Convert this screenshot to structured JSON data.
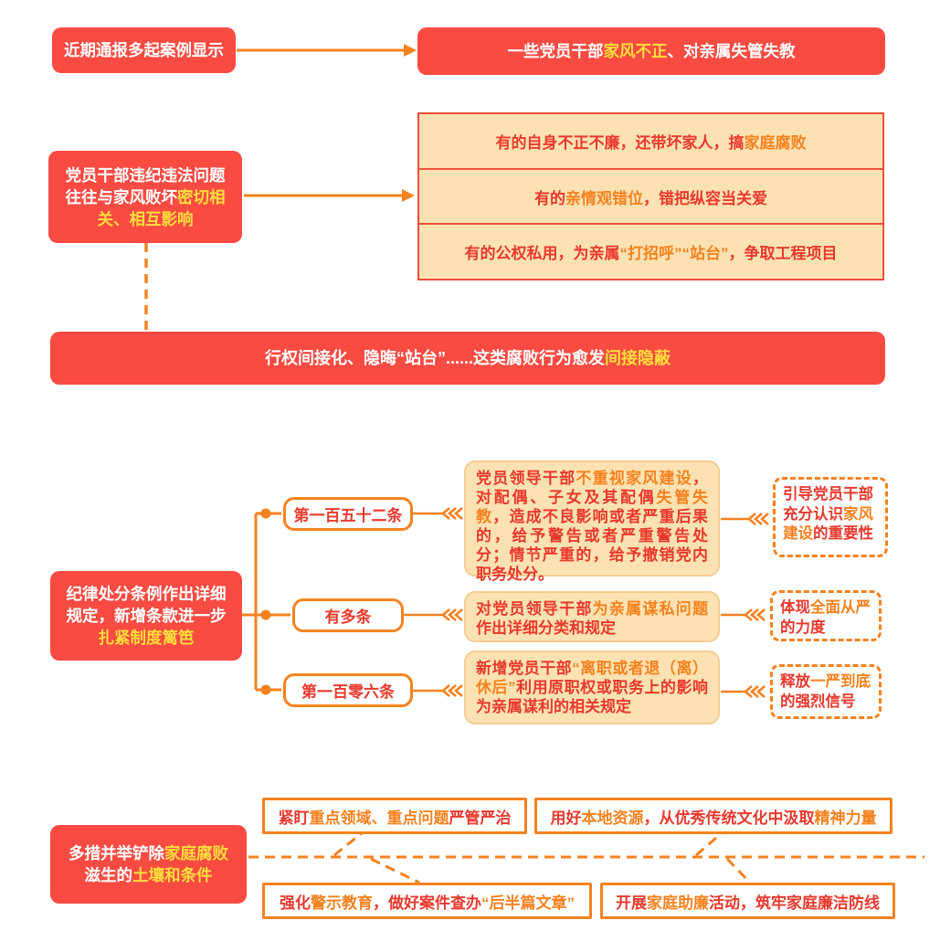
{
  "palette": {
    "red_box_bg": "#f94b42",
    "yellow_highlight": "#ffde3c",
    "orange_accent": "#f5821f",
    "red_text": "#e9392d",
    "cream_bg": "#fce2b2",
    "cream_border": "#f3cc92",
    "panel_border": "#ef4f3b"
  },
  "intro": {
    "source_box": [
      {
        "t": "近期通报多起案例显示",
        "c": "w"
      }
    ],
    "result_box": [
      {
        "t": "一些党员干部",
        "c": "w"
      },
      {
        "t": "家风不正",
        "c": "y"
      },
      {
        "t": "、对亲属失管失教",
        "c": "w"
      }
    ]
  },
  "problem": {
    "left_box": [
      {
        "t": "党员干部违纪违法问题往往与家风败坏",
        "c": "w"
      },
      {
        "t": "密切相关、相互影响",
        "c": "y"
      }
    ],
    "examples": [
      [
        {
          "t": "有的自身不正不廉，还带坏家人，搞",
          "c": "r"
        },
        {
          "t": "家庭腐败",
          "c": "o"
        }
      ],
      [
        {
          "t": "有的",
          "c": "r"
        },
        {
          "t": "亲情观错位",
          "c": "o"
        },
        {
          "t": "，错把纵容当关爱",
          "c": "r"
        }
      ],
      [
        {
          "t": "有的公权私用，为亲属",
          "c": "r"
        },
        {
          "t": "“打招呼”“站台”",
          "c": "o"
        },
        {
          "t": "，争取工程项目",
          "c": "r"
        }
      ]
    ]
  },
  "banner": [
    {
      "t": "行权间接化、隐晦“站台”......这类腐败行为愈发",
      "c": "w"
    },
    {
      "t": "间接隐蔽",
      "c": "y"
    }
  ],
  "regulation": {
    "left_box": [
      {
        "t": "纪律处分条例作出详细规定，新增条款进一步",
        "c": "w"
      },
      {
        "t": "扎紧制度篱笆",
        "c": "y"
      }
    ],
    "branches": [
      {
        "label": "第一百五十二条",
        "detail": [
          {
            "t": "党员领导干部",
            "c": "r"
          },
          {
            "t": "不重视家风建设",
            "c": "o"
          },
          {
            "t": "，对配偶、子女及其配偶",
            "c": "r"
          },
          {
            "t": "失管失教",
            "c": "o"
          },
          {
            "t": "，造成不良影响或者严重后果的，给予警告或者严重警告处分；情节严重的，给予撤销党内职务处分。",
            "c": "r"
          }
        ],
        "note": [
          {
            "t": "引导党员干部充分认识",
            "c": "r"
          },
          {
            "t": "家风建设",
            "c": "o"
          },
          {
            "t": "的重要性",
            "c": "r"
          }
        ]
      },
      {
        "label": "有多条",
        "detail": [
          {
            "t": "对党员领导干部",
            "c": "r"
          },
          {
            "t": "为亲属谋私问题",
            "c": "o"
          },
          {
            "t": "作出详细分类和规定",
            "c": "r"
          }
        ],
        "note": [
          {
            "t": "体现",
            "c": "r"
          },
          {
            "t": "全面从严",
            "c": "o"
          },
          {
            "t": "的力度",
            "c": "r"
          }
        ]
      },
      {
        "label": "第一百零六条",
        "detail": [
          {
            "t": "新增党员干部",
            "c": "r"
          },
          {
            "t": "“离职或者退（离）休后”",
            "c": "o"
          },
          {
            "t": "利用原职权或职务上的影响为亲属谋利的相关规定",
            "c": "r"
          }
        ],
        "note": [
          {
            "t": "释放",
            "c": "r"
          },
          {
            "t": "一严到底",
            "c": "o"
          },
          {
            "t": "的强烈信号",
            "c": "r"
          }
        ]
      }
    ]
  },
  "measures": {
    "left_box": [
      {
        "t": "多措并举铲除",
        "c": "w"
      },
      {
        "t": "家庭腐败",
        "c": "y"
      },
      {
        "t": "滋生的",
        "c": "w"
      },
      {
        "t": "土壤和条件",
        "c": "y"
      }
    ],
    "items": [
      [
        {
          "t": "紧盯",
          "c": "r"
        },
        {
          "t": "重点领域、重点问题",
          "c": "o"
        },
        {
          "t": "严管严治",
          "c": "r"
        }
      ],
      [
        {
          "t": "用好",
          "c": "r"
        },
        {
          "t": "本地资源",
          "c": "o"
        },
        {
          "t": "，从优秀传统文化中汲取",
          "c": "r"
        },
        {
          "t": "精神力量",
          "c": "o"
        }
      ],
      [
        {
          "t": "强化",
          "c": "r"
        },
        {
          "t": "警示教育",
          "c": "o"
        },
        {
          "t": "，做好案件查办",
          "c": "r"
        },
        {
          "t": "“后半篇文章”",
          "c": "o"
        }
      ],
      [
        {
          "t": "开展",
          "c": "r"
        },
        {
          "t": "家庭助廉",
          "c": "o"
        },
        {
          "t": "活动，筑牢家庭廉洁防线",
          "c": "r"
        }
      ]
    ]
  }
}
